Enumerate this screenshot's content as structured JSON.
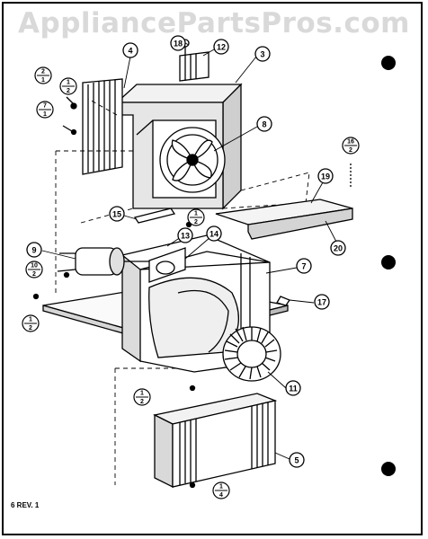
{
  "watermark": "AppliancePartsPros.com",
  "revision_note": "6 REV. 1",
  "callouts": [
    {
      "id": "c1",
      "label": "4"
    },
    {
      "id": "c2",
      "label": "18"
    },
    {
      "id": "c3",
      "label": "12"
    },
    {
      "id": "c4",
      "label": "3"
    },
    {
      "id": "c5",
      "label": "8"
    },
    {
      "id": "c6",
      "label": "19"
    },
    {
      "id": "c7",
      "label": "15"
    },
    {
      "id": "c8",
      "label": "13"
    },
    {
      "id": "c9",
      "label": "14"
    },
    {
      "id": "c10",
      "label": "20"
    },
    {
      "id": "c11",
      "label": "9"
    },
    {
      "id": "c12",
      "label": "7"
    },
    {
      "id": "c13",
      "label": "17"
    },
    {
      "id": "c14",
      "label": "11"
    },
    {
      "id": "c15",
      "label": "5"
    }
  ],
  "fraction_callouts": [
    {
      "id": "f1",
      "num": "2",
      "den": "1"
    },
    {
      "id": "f2",
      "num": "1",
      "den": "2"
    },
    {
      "id": "f3",
      "num": "7",
      "den": "1"
    },
    {
      "id": "f4",
      "num": "16",
      "den": "2"
    },
    {
      "id": "f5",
      "num": "1",
      "den": "2"
    },
    {
      "id": "f6",
      "num": "10",
      "den": "2"
    },
    {
      "id": "f7",
      "num": "1",
      "den": "2"
    },
    {
      "id": "f8",
      "num": "1",
      "den": "2"
    },
    {
      "id": "f9",
      "num": "1",
      "den": "4"
    }
  ]
}
